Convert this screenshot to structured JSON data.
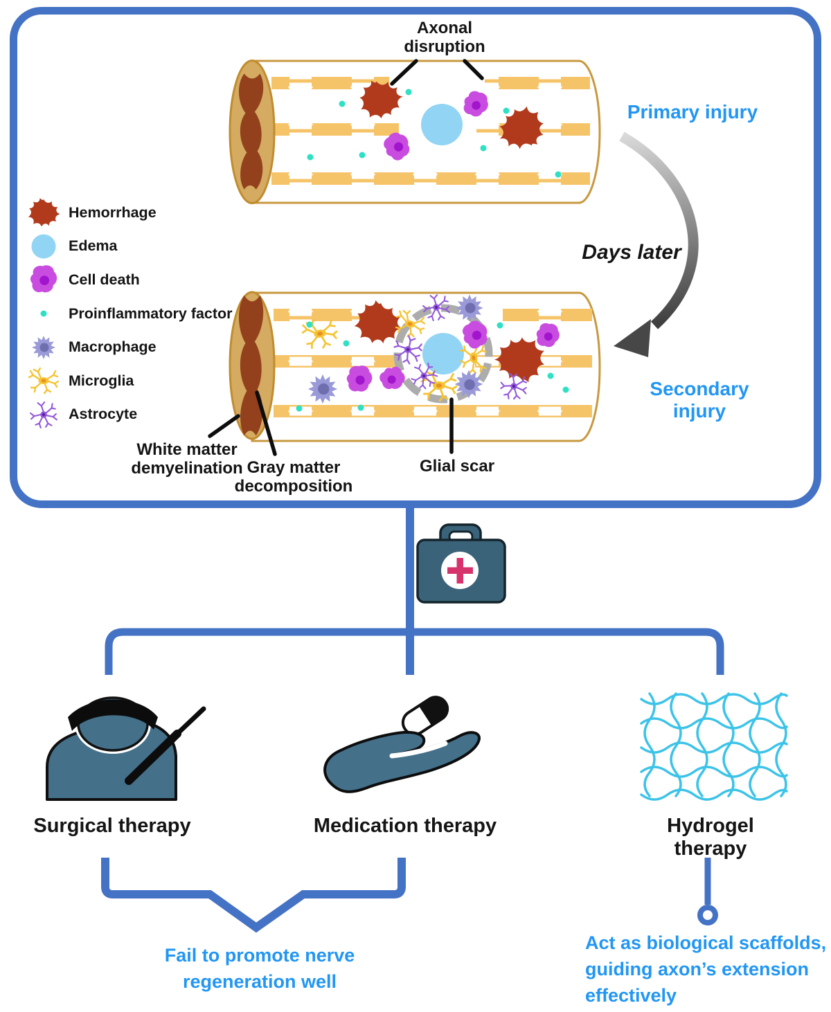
{
  "figure": {
    "panel": {
      "axonal_disruption": "Axonal\ndisruption",
      "primary_injury": "Primary injury",
      "days_later": "Days later",
      "secondary_injury": "Secondary injury",
      "white_matter": "White matter\ndemyelination",
      "gray_matter": "Gray matter\ndecomposition",
      "glial_scar": "Glial scar",
      "legend": {
        "items": [
          {
            "name": "hemorrhage",
            "label": "Hemorrhage"
          },
          {
            "name": "edema",
            "label": "Edema"
          },
          {
            "name": "cell-death",
            "label": "Cell death"
          },
          {
            "name": "proinflammatory-factor",
            "label": "Proinflammatory factor"
          },
          {
            "name": "macrophage",
            "label": "Macrophage"
          },
          {
            "name": "microglia",
            "label": "Microglia"
          },
          {
            "name": "astrocyte",
            "label": "Astrocyte"
          }
        ]
      }
    },
    "therapies": {
      "surgical_label": "Surgical therapy",
      "medication_label": "Medication therapy",
      "hydrogel_label": "Hydrogel therapy"
    },
    "outcomes": {
      "conventional": "Fail to promote nerve\nregeneration well",
      "hydrogel": "Act as biological scaffolds,\nguiding axon’s extension\neffectively"
    },
    "colors": {
      "accent_border": "#4472C4",
      "accent_text": "#2196F3",
      "hemorrhage": "#B23A1C",
      "edema": "#92D4F4",
      "cell_death": "#C94CE0",
      "cell_death_nucleus": "#A115CD",
      "proinflammatory": "#2FE0C4",
      "macrophage": "#9A9AD8",
      "macrophage_nucleus": "#6F6FB0",
      "microglia": "#F5C435",
      "astrocyte": "#9257DB",
      "myelin": "#F6C468",
      "cylinder_cap": "#D4AB61",
      "cylinder_outline": "#C8983F",
      "gray_matter": "#93411D",
      "glial_scar": "#ACACAC",
      "slate_icon": "#44708A",
      "kit_slate": "#3A6379",
      "cross_red": "#D6336C",
      "hydrogel_mesh": "#3CC3E8"
    }
  }
}
